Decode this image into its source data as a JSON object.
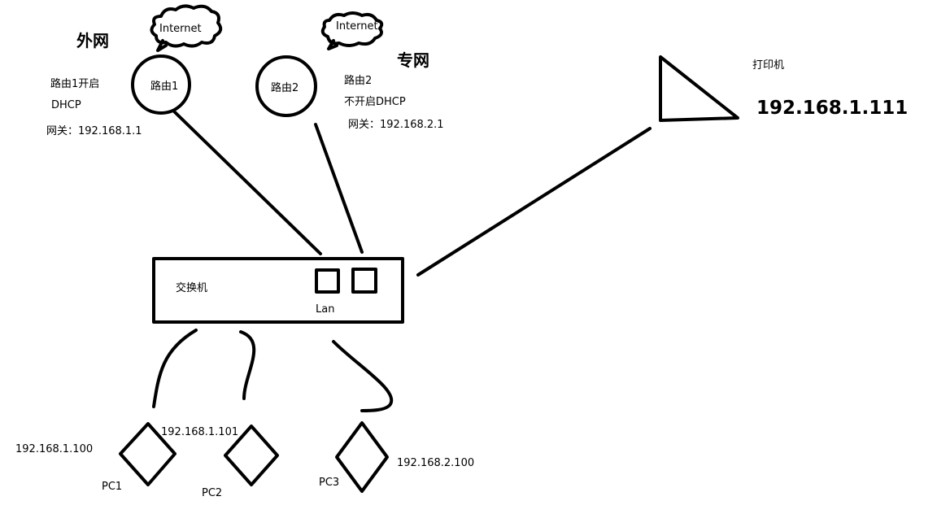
{
  "external_network": {
    "title": "外网",
    "cloud_label": "Internet",
    "router_label": "路由1",
    "desc_line1": "路由1开启",
    "desc_line2": "DHCP",
    "gateway": "网关：192.168.1.1"
  },
  "private_network": {
    "title": "专网",
    "cloud_label": "Internet",
    "router_label": "路由2",
    "desc_line1": "路由2",
    "desc_line2": "不开启DHCP",
    "gateway": "网关：192.168.2.1"
  },
  "printer": {
    "label": "打印机",
    "ip": "192.168.1.111"
  },
  "switch": {
    "label": "交换机",
    "port_label": "Lan"
  },
  "pcs": [
    {
      "name": "PC1",
      "ip": "192.168.1.100"
    },
    {
      "name": "PC2",
      "ip": "192.168.1.101"
    },
    {
      "name": "PC3",
      "ip": "192.168.2.100"
    }
  ]
}
